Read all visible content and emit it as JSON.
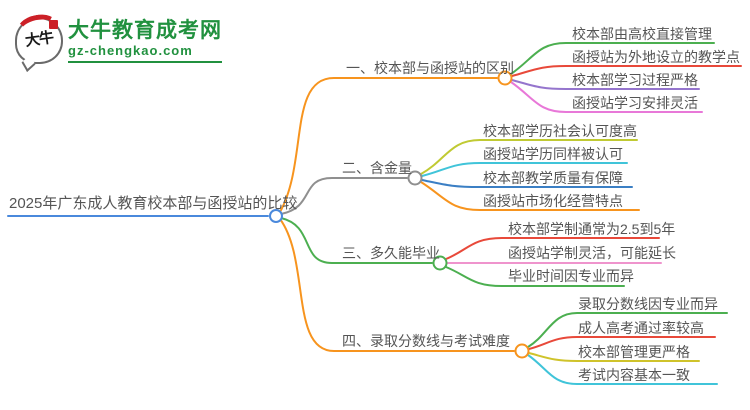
{
  "logo": {
    "mark_text": "大牛",
    "title": "大牛教育成考网",
    "subtitle": "gz-chengkao.com",
    "brand_green": "#21913f",
    "seal_red": "#cc2027"
  },
  "colors": {
    "blue": "#4a89dc",
    "orange": "#f7941e",
    "gray": "#8f8f8f",
    "green": "#4caf50",
    "red": "#e8493a",
    "purple": "#9575cd",
    "magenta": "#e878d8",
    "olive": "#c0ca33",
    "cyan": "#40c4d9",
    "mid_blue": "#3b7fc4",
    "pink": "#ef94cd",
    "yellow": "#cfc32b",
    "text": "#555555"
  },
  "mindmap": {
    "root": {
      "label": "2025年广东成人教育校本部与函授站的比较"
    },
    "branches": [
      {
        "label": "一、校本部与函授站的区别",
        "children": [
          "校本部由高校直接管理",
          "函授站为外地设立的教学点",
          "校本部学习过程严格",
          "函授站学习安排灵活"
        ]
      },
      {
        "label": "二、含金量",
        "children": [
          "校本部学历社会认可度高",
          "函授站学历同样被认可",
          "校本部教学质量有保障",
          "函授站市场化经营特点"
        ]
      },
      {
        "label": "三、多久能毕业",
        "children": [
          "校本部学制通常为2.5到5年",
          "函授站学制灵活，可能延长",
          "毕业时间因专业而异"
        ]
      },
      {
        "label": "四、录取分数线与考试难度",
        "children": [
          "录取分数线因专业而异",
          "成人高考通过率较高",
          "校本部管理更严格",
          "考试内容基本一致"
        ]
      }
    ]
  }
}
